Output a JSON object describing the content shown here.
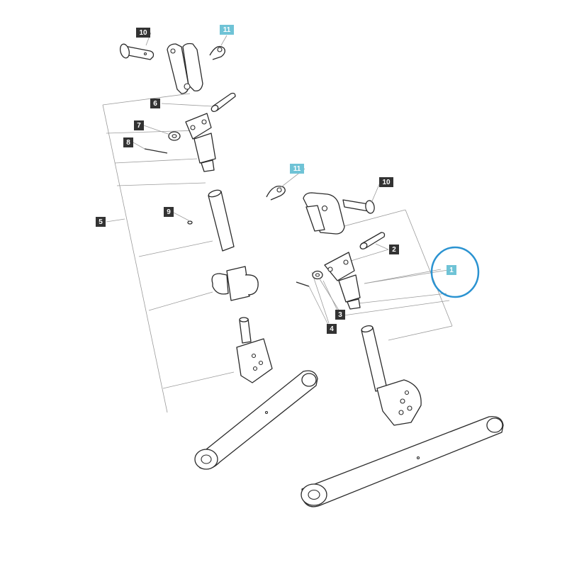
{
  "diagram": {
    "colors": {
      "callout_dark": "#333333",
      "callout_highlight": "#6fc3d6",
      "highlight_ring": "#2b93d1",
      "line": "#2a2a2a"
    },
    "callouts": [
      {
        "id": "c10a",
        "label": "10",
        "highlight": false
      },
      {
        "id": "c11a",
        "label": "11",
        "highlight": true
      },
      {
        "id": "c6",
        "label": "6",
        "highlight": false
      },
      {
        "id": "c7",
        "label": "7",
        "highlight": false
      },
      {
        "id": "c8",
        "label": "8",
        "highlight": false
      },
      {
        "id": "c5",
        "label": "5",
        "highlight": false
      },
      {
        "id": "c9",
        "label": "9",
        "highlight": false
      },
      {
        "id": "c11b",
        "label": "11",
        "highlight": true
      },
      {
        "id": "c10b",
        "label": "10",
        "highlight": false
      },
      {
        "id": "c2",
        "label": "2",
        "highlight": false
      },
      {
        "id": "c1",
        "label": "1",
        "highlight": true
      },
      {
        "id": "c3",
        "label": "3",
        "highlight": false
      },
      {
        "id": "c4",
        "label": "4",
        "highlight": false
      }
    ],
    "highlighted_part": "1"
  }
}
